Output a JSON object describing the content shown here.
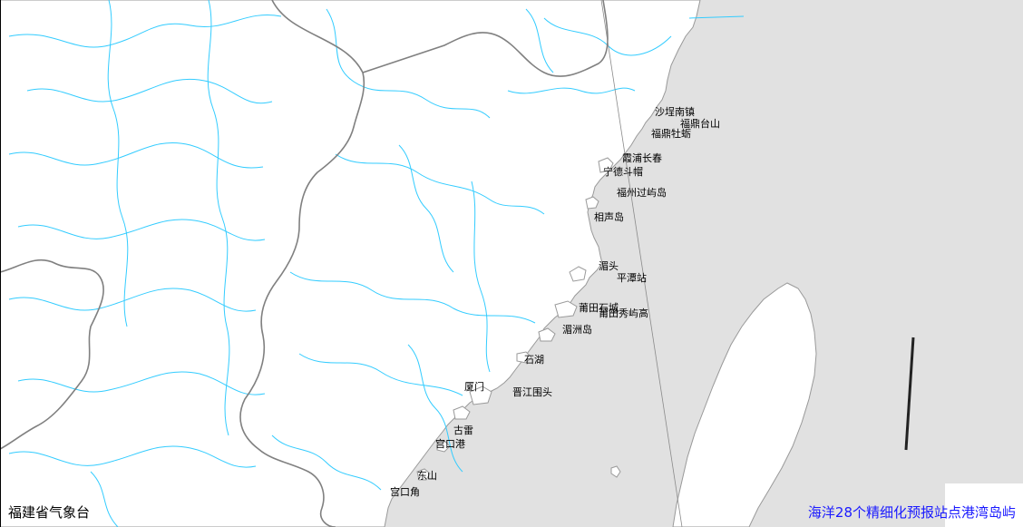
{
  "footer": {
    "agency": "福建省气象台",
    "product_title": "海洋28个精细化预报站点港湾岛屿"
  },
  "colors": {
    "sea": "#e1e1e1",
    "land": "#ffffff",
    "county_border": "#33ccff",
    "province_border": "#808080",
    "coastline": "#999999",
    "label_text": "#000000",
    "title_text": "#1a1aff"
  },
  "stations": [
    {
      "name": "沙埕南镇"
    },
    {
      "name": "福鼎台山"
    },
    {
      "name": "福鼎牡蛎"
    },
    {
      "name": "霞浦长春"
    },
    {
      "name": "宁德斗帽"
    },
    {
      "name": "福州过屿岛"
    },
    {
      "name": "相声岛"
    },
    {
      "name": "平潭站"
    },
    {
      "name": "湄头"
    },
    {
      "name": "莆田石城"
    },
    {
      "name": "莆田秀屿高"
    },
    {
      "name": "湄洲岛"
    },
    {
      "name": "石湖"
    },
    {
      "name": "晋江围头"
    },
    {
      "name": "厦门"
    },
    {
      "name": "古雷"
    },
    {
      "name": "东山"
    },
    {
      "name": "宫口港"
    },
    {
      "name": "宫口角"
    }
  ]
}
